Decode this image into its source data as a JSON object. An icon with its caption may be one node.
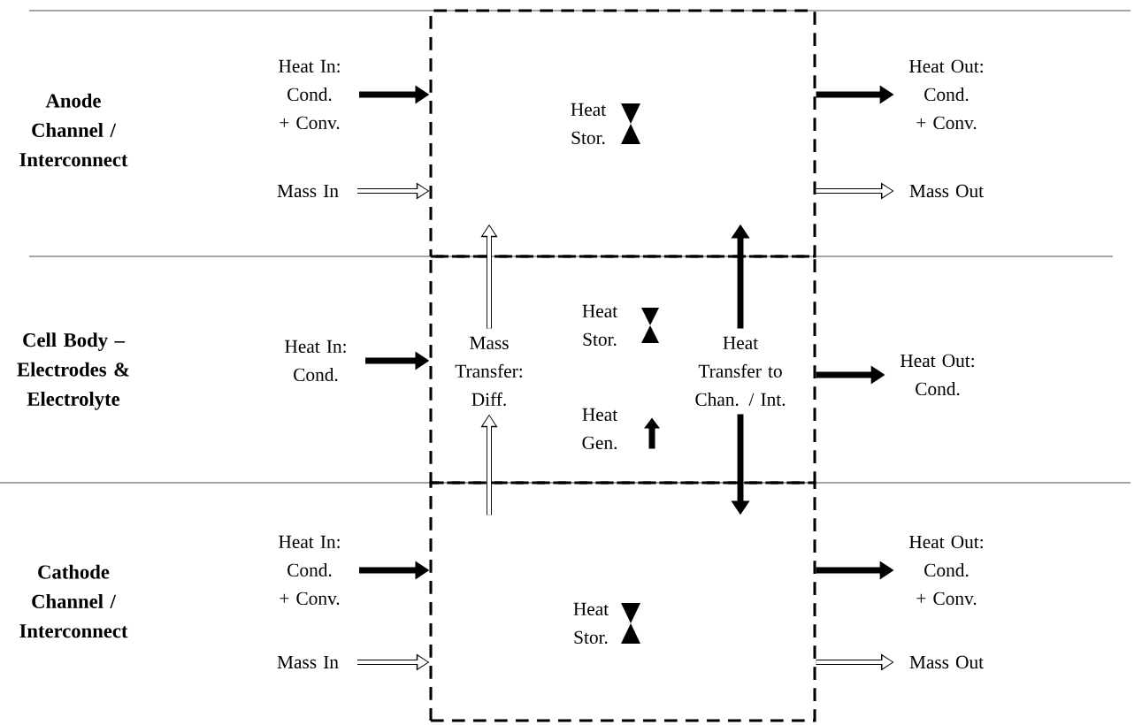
{
  "diagram": {
    "nodes": [
      {
        "text": [],
        "shape": "box"
      },
      {
        "text": [],
        "shape": "box"
      },
      {
        "text": [],
        "shape": "box"
      },
      {
        "text": [
          "Heat In: Cond. + Conv."
        ]
      },
      {
        "text": [
          "Mass In"
        ]
      },
      {
        "text": [
          "Heat Out: Cond. + Conv."
        ]
      },
      {
        "text": [
          "Mass Out"
        ]
      },
      {
        "text": [
          "Heat In: Cond."
        ]
      },
      {
        "text": [
          "Mass Transfer: Diff."
        ],
        "in": 1
      },
      {
        "text": [
          "Heat Transfer to Chan. / Int."
        ],
        "in": 1
      },
      {
        "text": [
          "Heat Out: Cond."
        ]
      },
      {
        "text": [
          "Heat In: Cond. + Conv."
        ]
      },
      {
        "text": [
          "Mass In"
        ]
      },
      {
        "text": [
          "Heat Out: Cond. + Conv."
        ]
      },
      {
        "text": [
          "Mass Out"
        ]
      }
    ],
    "edges": [
      {
        "from": 3,
        "to": 0,
        "arrow": "to"
      },
      {
        "from": 4,
        "to": 0,
        "arrow": "to",
        "color": "#ffffff"
      },
      {
        "from": 0,
        "to": 5,
        "arrow": "to"
      },
      {
        "from": 0,
        "to": 6,
        "arrow": "to",
        "color": "#ffffff"
      },
      {
        "from": 7,
        "to": 1,
        "arrow": "to"
      },
      {
        "from": 8,
        "to": 0,
        "arrow": "to",
        "color": "#ffffff"
      },
      {
        "from": 2,
        "to": 8,
        "arrow": "to",
        "color": "#ffffff"
      },
      {
        "from": 9,
        "to": 0,
        "arrow": "to"
      },
      {
        "from": 9,
        "to": 2,
        "arrow": "to"
      },
      {
        "from": 1,
        "to": 10,
        "arrow": "to"
      },
      {
        "from": 11,
        "to": 2,
        "arrow": "to"
      },
      {
        "from": 12,
        "to": 2,
        "arrow": "to",
        "color": "#ffffff"
      },
      {
        "from": 2,
        "to": 13,
        "arrow": "to"
      },
      {
        "from": 2,
        "to": 14,
        "arrow": "to",
        "color": "#ffffff"
      }
    ],
    "labels": [
      "Anode Channel / Interconnect",
      "Heat Stor.",
      "Heat Stor.",
      "Cell Body – Electrodes & Electrolyte",
      "Heat Gen.",
      "Cathode Channel / Interconnect",
      "Heat Stor."
    ]
  }
}
